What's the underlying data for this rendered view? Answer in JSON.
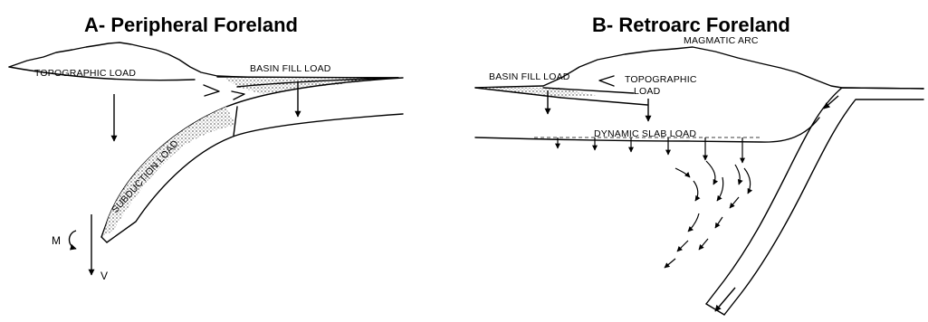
{
  "panel_a": {
    "title": "A- Peripheral Foreland",
    "labels": {
      "topographic_load": "TOPOGRAPHIC LOAD",
      "basin_fill_load": "BASIN FILL LOAD",
      "subduction_load": "SUBDUCTION LOAD",
      "moment": "M",
      "vertical": "V"
    }
  },
  "panel_b": {
    "title": "B- Retroarc Foreland",
    "labels": {
      "magmatic_arc": "MAGMATIC ARC",
      "basin_fill_load": "BASIN FILL LOAD",
      "topographic_load_line1": "TOPOGRAPHIC",
      "topographic_load_line2": "LOAD",
      "dynamic_slab_load": "DYNAMIC SLAB LOAD"
    }
  }
}
